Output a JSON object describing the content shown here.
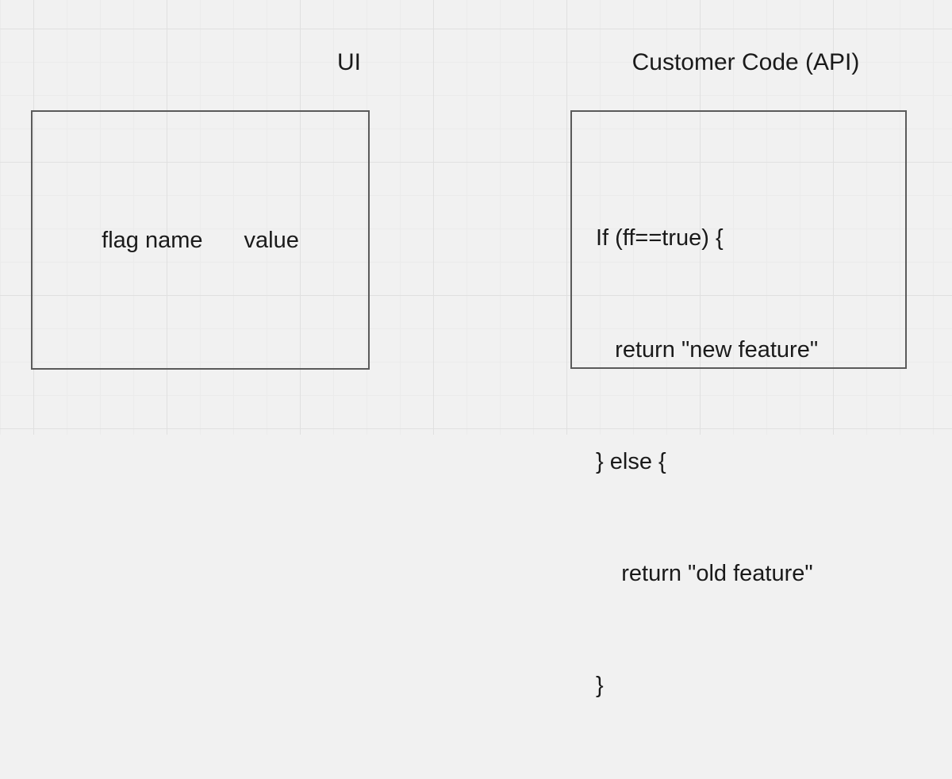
{
  "canvas": {
    "background_color": "#f1f1f1",
    "grid_minor_color": "#ebebeb",
    "grid_major_color": "#e0e0e0",
    "border_color": "#5a5a5a",
    "text_color": "#1a1a1a"
  },
  "labels": {
    "ui": "UI",
    "customer_code": "Customer Code (API)"
  },
  "ui_box": {
    "fields": {
      "flag_name": "flag name",
      "value": "value"
    }
  },
  "code_box": {
    "lines": [
      "If (ff==true) {",
      "   return \"new feature\"",
      "} else {",
      "    return \"old feature\"",
      "}"
    ]
  }
}
